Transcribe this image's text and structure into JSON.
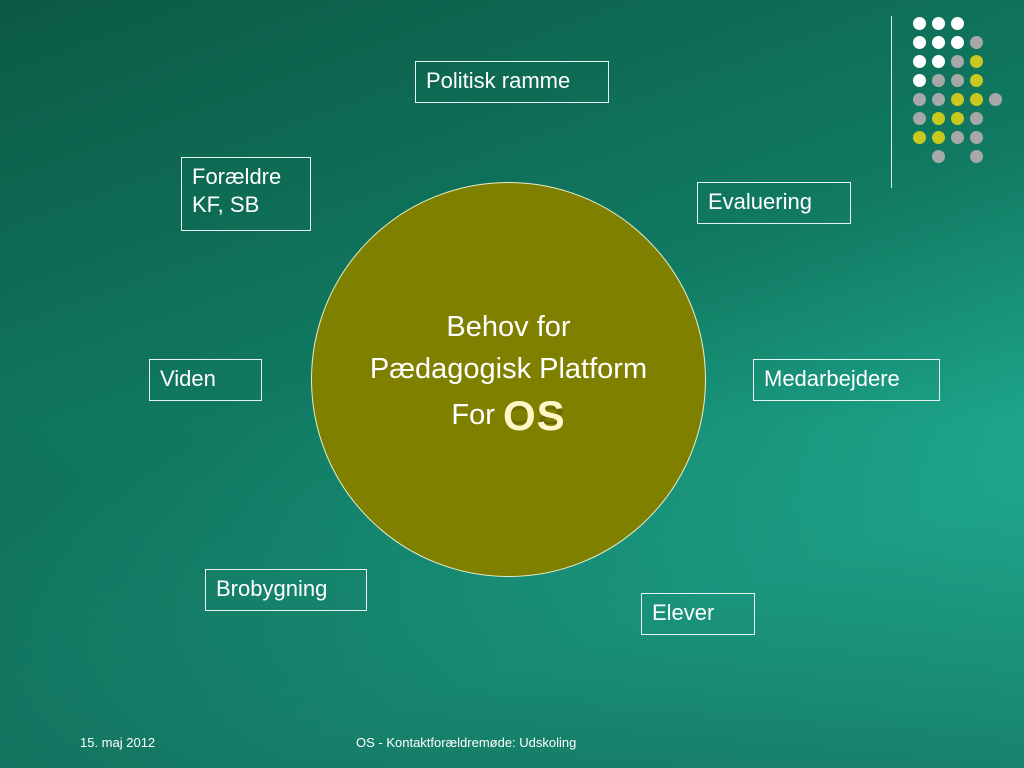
{
  "slide": {
    "center": {
      "line1": "Behov for",
      "line2": "Pædagogisk Platform",
      "for_word": "For",
      "logo_text": "OS"
    },
    "labels": {
      "politisk_ramme": "Politisk ramme",
      "foraeldre": "Forældre\nKF, SB",
      "evaluering": "Evaluering",
      "viden": "Viden",
      "medarbejdere": "Medarbejdere",
      "brobygning": "Brobygning",
      "elever": "Elever"
    },
    "footer": {
      "date": "15. maj 2012",
      "title": "OS - Kontaktforældremøde: Udskoling"
    }
  },
  "colors": {
    "circle_fill": "#808000",
    "dot_white": "#ffffff",
    "dot_grey": "#a8a8a8",
    "dot_yellow": "#c8c81e"
  },
  "decoration": {
    "dot_grid": [
      [
        "white",
        "white",
        "white",
        "none"
      ],
      [
        "white",
        "white",
        "white",
        "grey"
      ],
      [
        "white",
        "white",
        "grey",
        "yellow"
      ],
      [
        "white",
        "grey",
        "grey",
        "yellow"
      ],
      [
        "grey",
        "grey",
        "yellow",
        "yellow",
        "grey"
      ],
      [
        "grey",
        "yellow",
        "yellow",
        "grey"
      ],
      [
        "yellow",
        "yellow",
        "grey",
        "grey"
      ],
      [
        "none",
        "grey",
        "none",
        "grey"
      ]
    ]
  }
}
